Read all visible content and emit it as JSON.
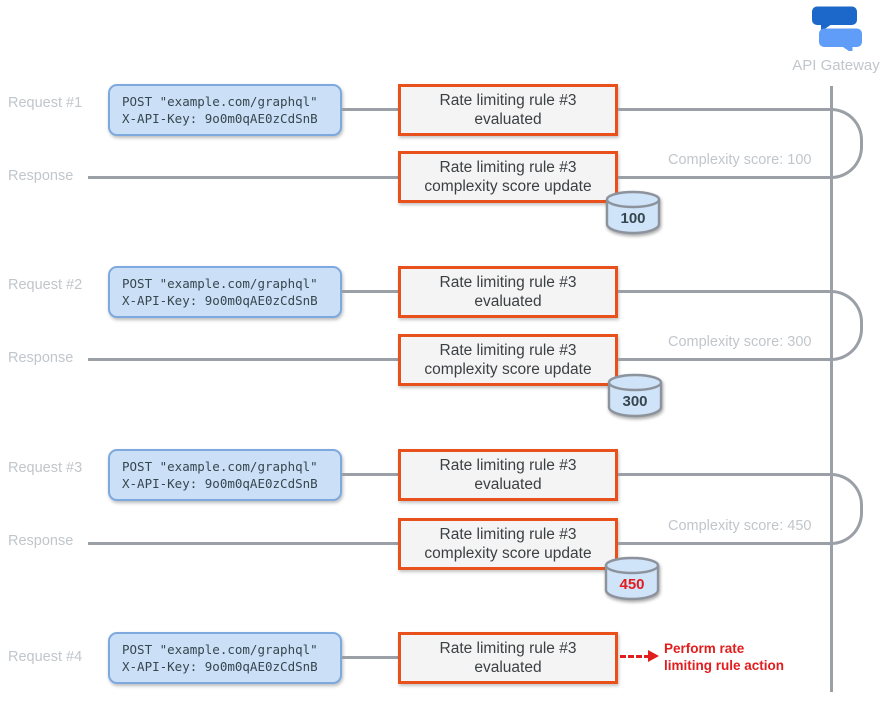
{
  "gateway": {
    "label": "API Gateway"
  },
  "code_box": {
    "line1": "POST \"example.com/graphql\"",
    "line2": "X-API-Key: 9o0m0qAE0zCdSnB"
  },
  "eval_box": {
    "line1": "Rate limiting rule #3",
    "line2": "evaluated"
  },
  "update_box": {
    "line1": "Rate limiting rule #3",
    "line2": "complexity score update"
  },
  "labels": {
    "request1": "Request #1",
    "response1": "Response",
    "request2": "Request #2",
    "response2": "Response",
    "request3": "Request #3",
    "response3": "Response",
    "request4": "Request #4"
  },
  "notes": {
    "note1": "Complexity score: 100",
    "note2": "Complexity score: 300",
    "note3": "Complexity score: 450"
  },
  "scores": {
    "s1": "100",
    "s2": "300",
    "s3": "450"
  },
  "action": {
    "line1": "Perform rate",
    "line2": "limiting rule action"
  },
  "colors": {
    "accent_orange": "#e8511c",
    "code_blue_fill": "#cbdff7",
    "db_blue_fill": "#cfe3f9",
    "alert_red": "#e11d1d",
    "line_gray": "#9aa0a6"
  }
}
